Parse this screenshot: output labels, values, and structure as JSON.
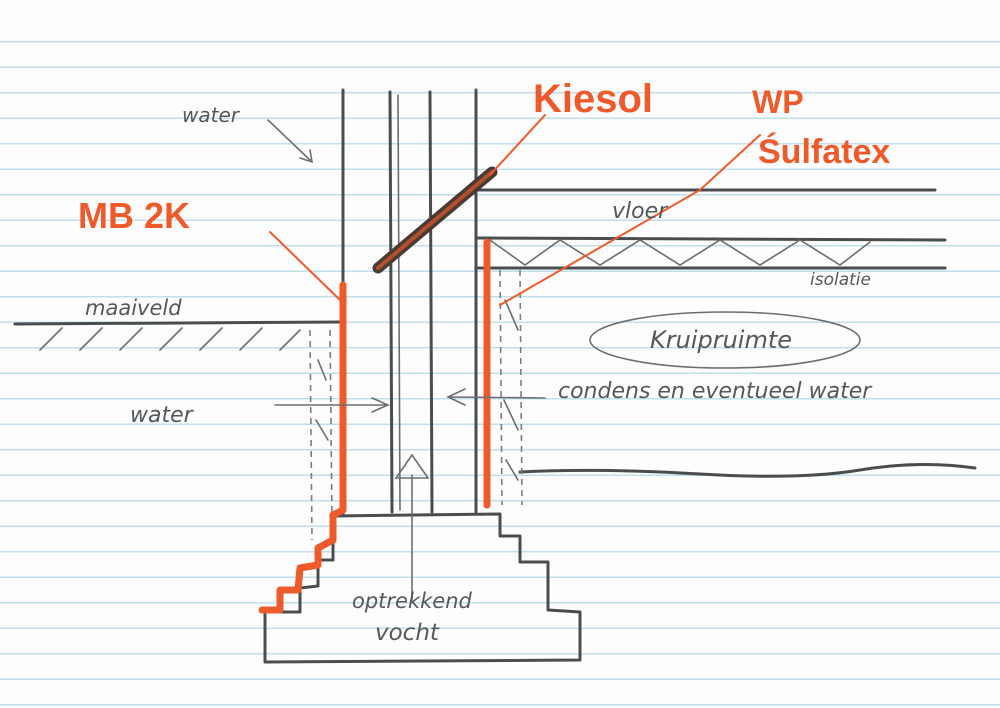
{
  "labels": {
    "water_top": "water",
    "kiesol": "Kiesol",
    "wp_line1": "WP",
    "wp_line2": "Śulfatex",
    "mb2k": "MB 2K",
    "vloer": "vloer",
    "isolatie": "isolatie",
    "maaiveld": "maaiveld",
    "kruipruimte": "Kruipruimte",
    "water_left": "water",
    "condens": "condens en eventueel water",
    "optrekkend_line1": "optrekkend",
    "optrekkend_line2": "vocht"
  },
  "colors": {
    "pencil": "#4a4d4f",
    "orange": "#ef5a2a",
    "paper_lines": "#bfe0ea"
  }
}
